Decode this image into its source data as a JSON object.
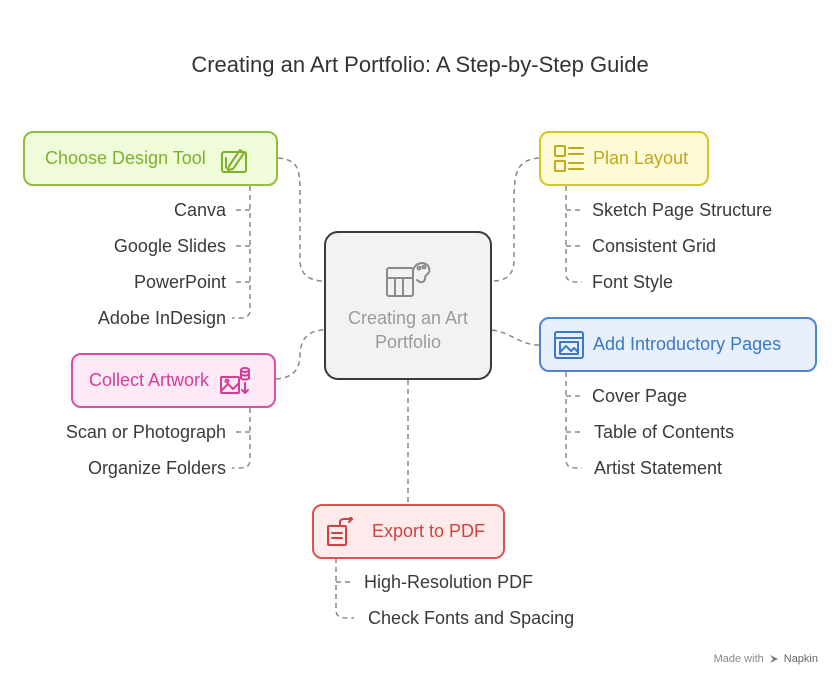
{
  "title": "Creating an Art Portfolio: A Step-by-Step Guide",
  "center": {
    "label": "Creating an Art Portfolio",
    "icon": "palette-icon"
  },
  "colors": {
    "design": "#8fbf3a",
    "layout": "#d6c62a",
    "intro": "#4a86d4",
    "collect": "#d94fa8",
    "export": "#d9534f",
    "connector": "#888888"
  },
  "branches": {
    "design": {
      "label": "Choose Design Tool",
      "icon": "design-tool-icon",
      "items": [
        "Canva",
        "Google Slides",
        "PowerPoint",
        "Adobe InDesign"
      ]
    },
    "layout": {
      "label": "Plan Layout",
      "icon": "layout-list-icon",
      "items": [
        "Sketch Page Structure",
        "Consistent Grid",
        "Font Style"
      ]
    },
    "intro": {
      "label": "Add Introductory Pages",
      "icon": "browser-image-icon",
      "items": [
        "Cover Page",
        "Table of Contents",
        "Artist Statement"
      ]
    },
    "collect": {
      "label": "Collect Artwork",
      "icon": "image-database-icon",
      "items": [
        "Scan or Photograph",
        "Organize Folders"
      ]
    },
    "export": {
      "label": "Export to PDF",
      "icon": "export-document-icon",
      "items": [
        "High-Resolution PDF",
        "Check Fonts and Spacing"
      ]
    }
  },
  "footer": {
    "prefix": "Made with",
    "brand": "Napkin"
  }
}
